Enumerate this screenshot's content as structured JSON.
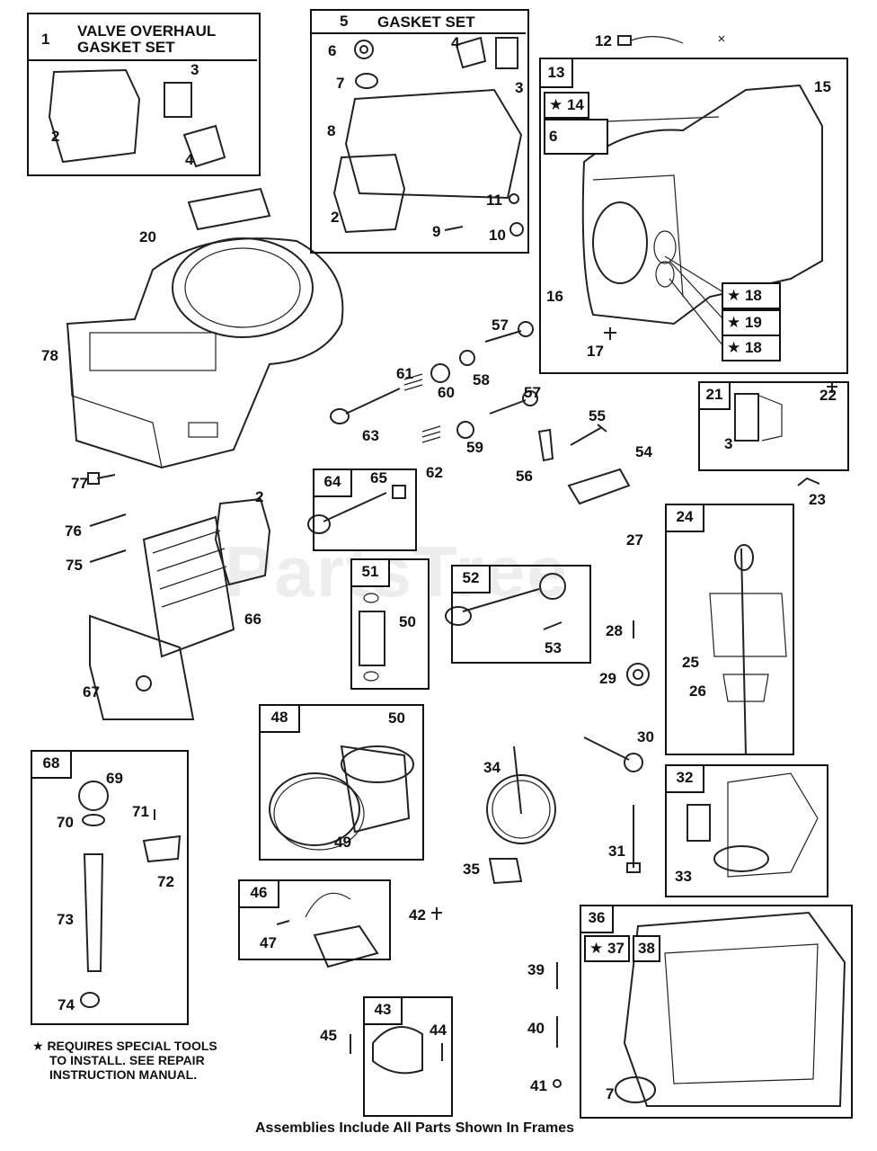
{
  "boxes": {
    "b1": {
      "num": "1",
      "title_line1": "VALVE OVERHAUL",
      "title_line2": "GASKET SET"
    },
    "b5": {
      "num": "5",
      "title": "GASKET SET"
    },
    "b13": "13",
    "b21": "21",
    "b24": "24",
    "b32": "32",
    "b36": "36",
    "b43": "43",
    "b46": "46",
    "b48": "48",
    "b51": "51",
    "b52": "52",
    "b64": "64",
    "b68": "68"
  },
  "star_labels": {
    "s14": "★ 14",
    "s18a": "★ 18",
    "s19": "★ 19",
    "s18b": "★ 18",
    "s37": "★ 37",
    "s38": "38",
    "s6": "6"
  },
  "callouts": {
    "c2a": "2",
    "c3a": "3",
    "c4a": "4",
    "c6": "6",
    "c4b": "4",
    "c3b": "3",
    "c7": "7",
    "c8": "8",
    "c2b": "2",
    "c11": "11",
    "c9": "9",
    "c10": "10",
    "c12": "12",
    "c15": "15",
    "c16": "16",
    "c17": "17",
    "c20": "20",
    "c78": "78",
    "c57a": "57",
    "c61": "61",
    "c60": "60",
    "c58": "58",
    "c57b": "57",
    "c63": "63",
    "c59": "59",
    "c62": "62",
    "c55": "55",
    "c56": "56",
    "c54": "54",
    "c3c": "3",
    "c22": "22",
    "c23": "23",
    "c77": "77",
    "c2c": "2",
    "c65": "65",
    "c76": "76",
    "c75": "75",
    "c66": "66",
    "c67": "67",
    "c50a": "50",
    "c53": "53",
    "c27": "27",
    "c28": "28",
    "c29": "29",
    "c25": "25",
    "c26": "26",
    "c50b": "50",
    "c49": "49",
    "c30": "30",
    "c34": "34",
    "c31": "31",
    "c35": "35",
    "c33": "33",
    "c69": "69",
    "c70": "70",
    "c71": "71",
    "c72": "72",
    "c73": "73",
    "c74": "74",
    "c47": "47",
    "c42": "42",
    "c39": "39",
    "c40": "40",
    "c41": "41",
    "c7b": "7",
    "c45": "45",
    "c44": "44"
  },
  "note": {
    "line1": "★ REQUIRES SPECIAL TOOLS",
    "line2": "TO INSTALL.  SEE REPAIR",
    "line3": "INSTRUCTION MANUAL."
  },
  "footer": "Assemblies Include All Parts Shown In Frames",
  "watermark": "PartsTree"
}
